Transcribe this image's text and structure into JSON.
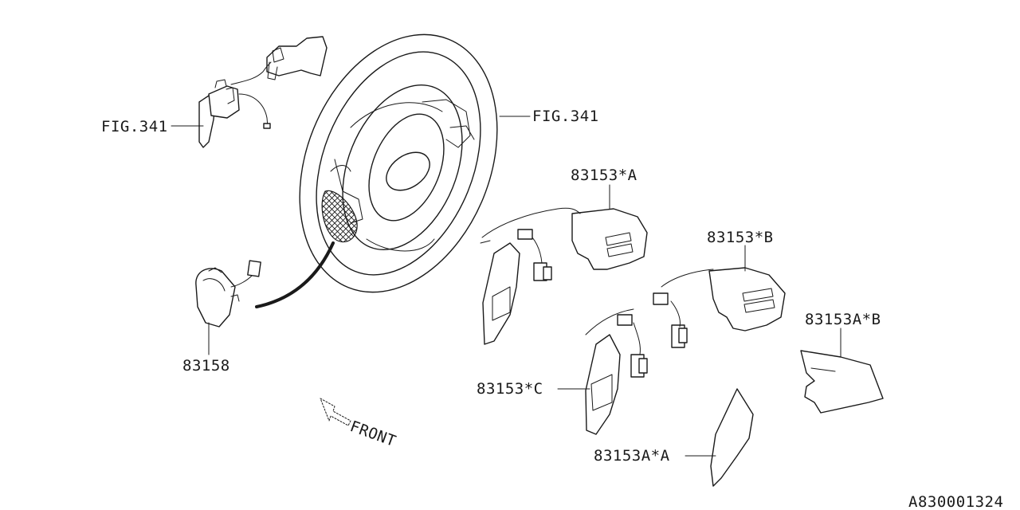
{
  "diagram": {
    "labels": {
      "fig341_left": "FIG.341",
      "fig341_right": "FIG.341",
      "p83153_A": "83153*A",
      "p83153_B": "83153*B",
      "p83153A_B": "83153A*B",
      "p83153_C": "83153*C",
      "p83153A_A": "83153A*A",
      "p83158": "83158",
      "front": "FRONT",
      "drawing_id": "A830001324"
    }
  }
}
